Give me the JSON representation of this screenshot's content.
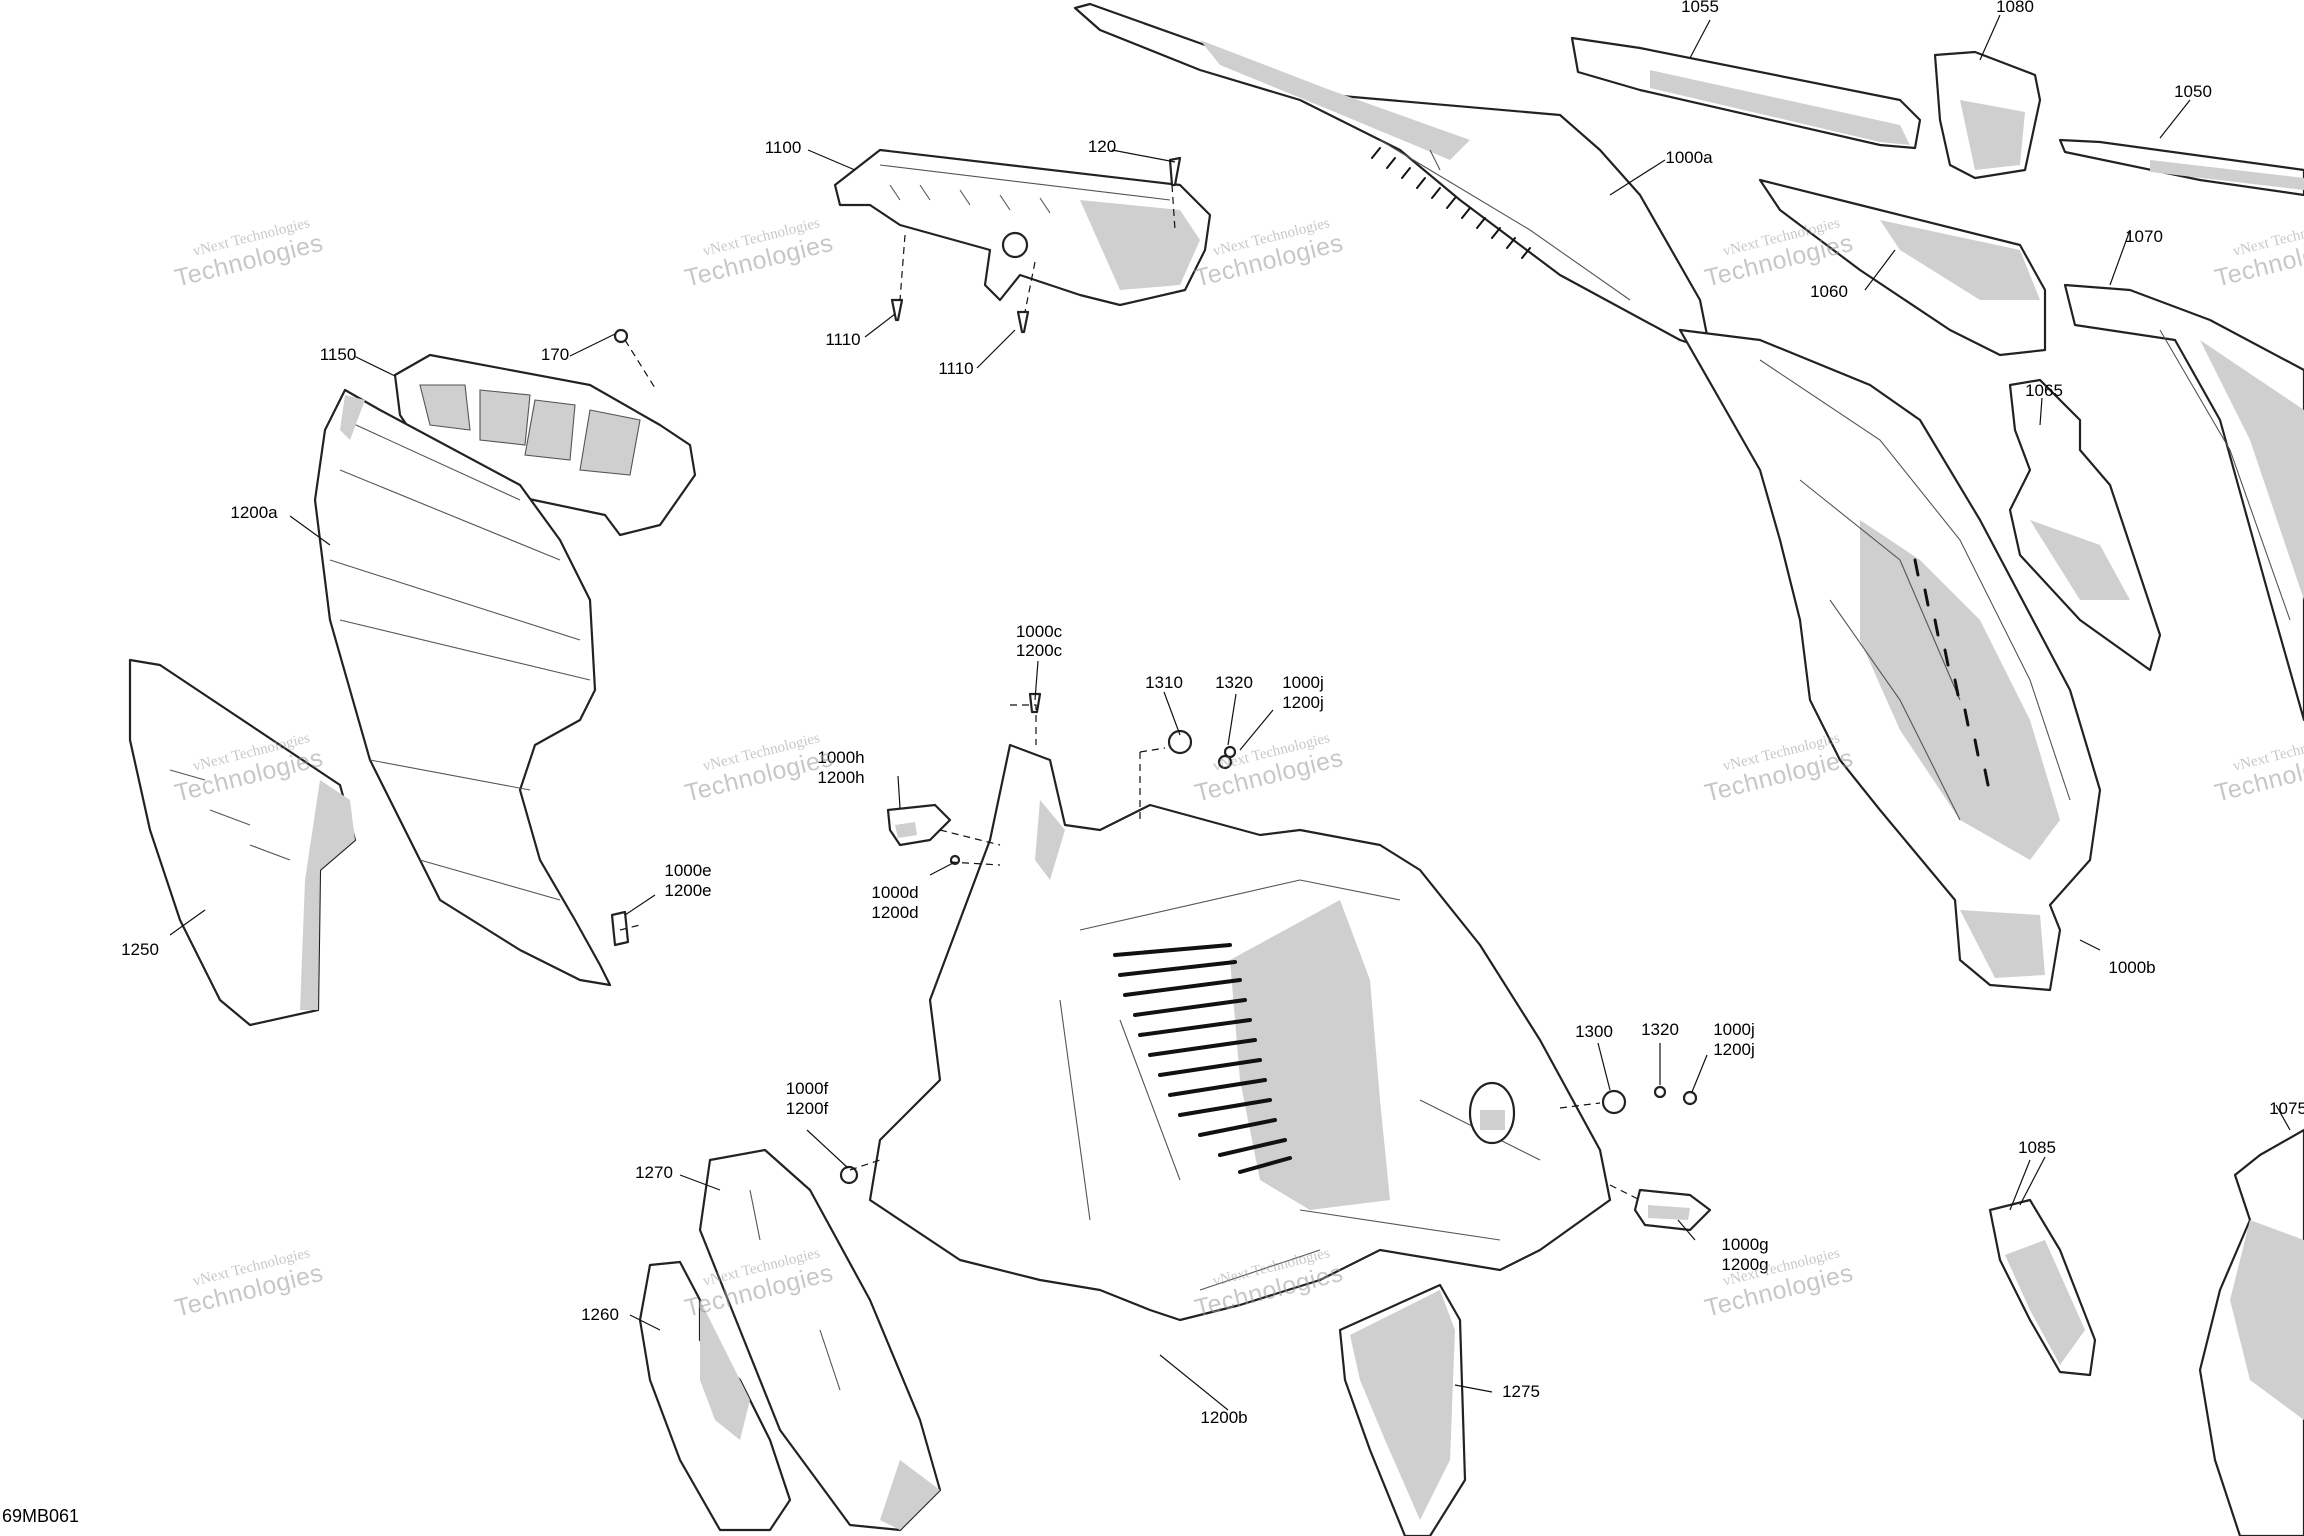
{
  "drawing_reference": "69MB061",
  "watermark": {
    "line1": "vNext Technologies",
    "line2": "Technologies"
  },
  "callouts": {
    "p1055": "1055",
    "p1080": "1080",
    "p1050": "1050",
    "p1100": "1100",
    "p120": "120",
    "p1000a": "1000a",
    "p1060": "1060",
    "p1070": "1070",
    "p1110a": "1110",
    "p1110b": "1110",
    "p1150": "1150",
    "p170": "170",
    "p1065": "1065",
    "p1200a": "1200a",
    "p1000c": "1000c",
    "p1200c": "1200c",
    "p1310": "1310",
    "p1320a": "1320",
    "p1000j_a": "1000j",
    "p1200j_a": "1200j",
    "p1000h": "1000h",
    "p1200h": "1200h",
    "p1000b": "1000b",
    "p1000d": "1000d",
    "p1200d": "1200d",
    "p1000e": "1000e",
    "p1200e": "1200e",
    "p1250": "1250",
    "p1300": "1300",
    "p1320b": "1320",
    "p1000j_b": "1000j",
    "p1200j_b": "1200j",
    "p1000f": "1000f",
    "p1200f": "1200f",
    "p1075": "1075",
    "p1270": "1270",
    "p1085": "1085",
    "p1000g": "1000g",
    "p1200g": "1200g",
    "p1260": "1260",
    "p1275": "1275",
    "p1200b": "1200b"
  }
}
